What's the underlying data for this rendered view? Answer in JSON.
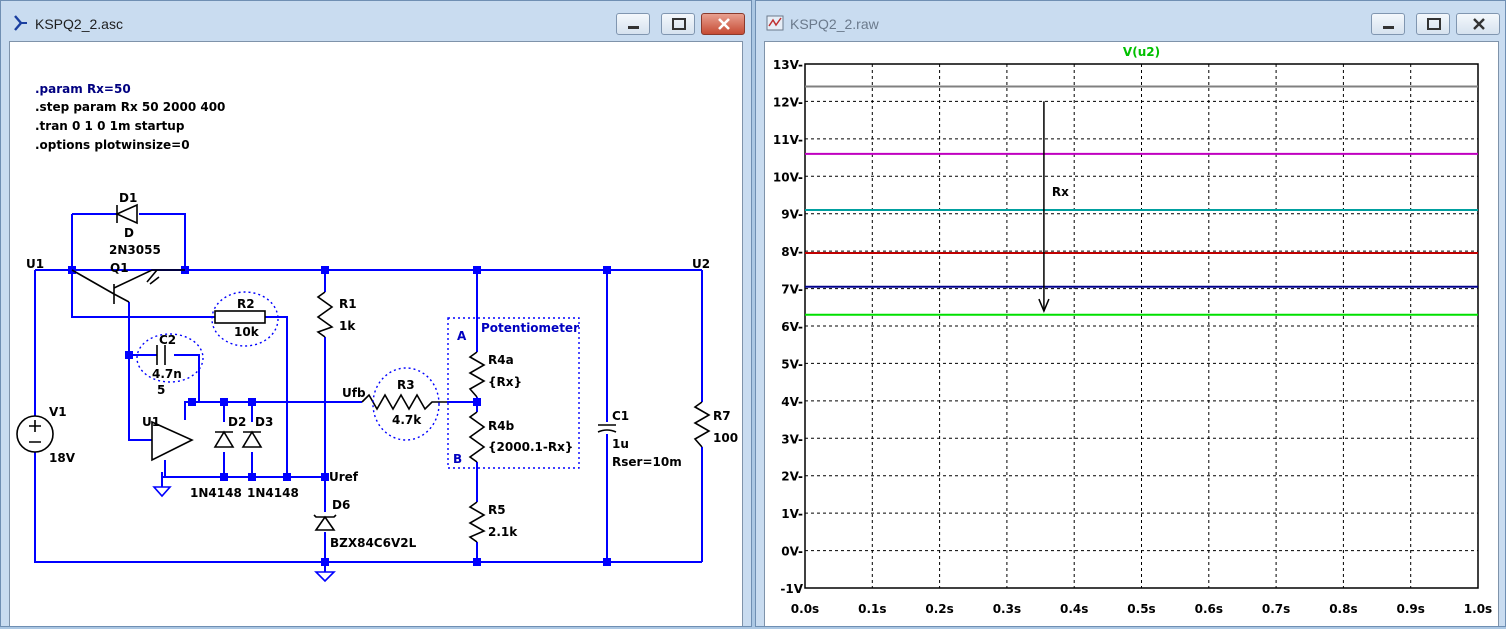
{
  "schematic_window": {
    "title": "KSPQ2_2.asc",
    "directives": [
      ".param Rx=50",
      ".step param Rx 50 2000 400",
      ".tran 0 1 0 1m startup",
      ".options plotwinsize=0"
    ],
    "labels": {
      "D1": "D1",
      "D": "D",
      "q1_model": "2N3055",
      "Q1": "Q1",
      "U1_net": "U1",
      "U2_net": "U2",
      "R1": "R1",
      "R1_val": "1k",
      "R2": "R2",
      "R2_val": "10k",
      "C2": "C2",
      "C2_val": "4.7n",
      "U1_opamp": "U1",
      "opamp_pin": "5",
      "D2": "D2",
      "D3": "D3",
      "D2_model": "1N4148",
      "D3_model": "1N4148",
      "V1": "V1",
      "V1_val": "18V",
      "Ufb": "Ufb",
      "R3": "R3",
      "R3_val": "4.7k",
      "Uref": "Uref",
      "D6": "D6",
      "D6_model": "BZX84C6V2L",
      "pot_title": "Potentiometer",
      "A": "A",
      "B": "B",
      "R4a": "R4a",
      "R4a_val": "{Rx}",
      "R4b": "R4b",
      "R4b_val": "{2000.1-Rx}",
      "R5": "R5",
      "R5_val": "2.1k",
      "C1": "C1",
      "C1_val": "1u",
      "C1_rser": "Rser=10m",
      "R7": "R7",
      "R7_val": "100"
    }
  },
  "waveform_window": {
    "title": "KSPQ2_2.raw",
    "trace_annotation": "Rx"
  },
  "colors": {
    "wire": "#0000ff",
    "component": "#8b0000",
    "text": "#000000",
    "directive": "#000080",
    "plot_grid": "#000000",
    "trace_title": "#00c000"
  },
  "chart_data": {
    "type": "line",
    "title": "V(u2)",
    "xlabel": "",
    "ylabel": "",
    "xlim": [
      0,
      1
    ],
    "ylim": [
      -1,
      13
    ],
    "x_ticks": [
      "0.0s",
      "0.1s",
      "0.2s",
      "0.3s",
      "0.4s",
      "0.5s",
      "0.6s",
      "0.7s",
      "0.8s",
      "0.9s",
      "1.0s"
    ],
    "y_ticks": [
      "-1V",
      "0V-",
      "1V-",
      "2V-",
      "3V-",
      "4V-",
      "5V-",
      "6V-",
      "7V-",
      "8V-",
      "9V-",
      "10V-",
      "11V-",
      "12V-",
      "13V-"
    ],
    "y_tick_values": [
      -1,
      0,
      1,
      2,
      3,
      4,
      5,
      6,
      7,
      8,
      9,
      10,
      11,
      12,
      13
    ],
    "grid": true,
    "series": [
      {
        "color": "#808080",
        "x": [
          0,
          1
        ],
        "y": [
          12.4,
          12.4
        ]
      },
      {
        "color": "#c000c0",
        "x": [
          0,
          1
        ],
        "y": [
          10.6,
          10.6
        ]
      },
      {
        "color": "#00a0a0",
        "x": [
          0,
          1
        ],
        "y": [
          9.1,
          9.1
        ]
      },
      {
        "color": "#c00000",
        "x": [
          0,
          1
        ],
        "y": [
          7.95,
          7.95
        ]
      },
      {
        "color": "#00008b",
        "x": [
          0,
          1
        ],
        "y": [
          7.05,
          7.05
        ]
      },
      {
        "color": "#00e000",
        "x": [
          0,
          1
        ],
        "y": [
          6.3,
          6.3
        ]
      }
    ],
    "arrow": {
      "x": 0.355,
      "y_from": 12.0,
      "y_to": 6.4
    }
  }
}
